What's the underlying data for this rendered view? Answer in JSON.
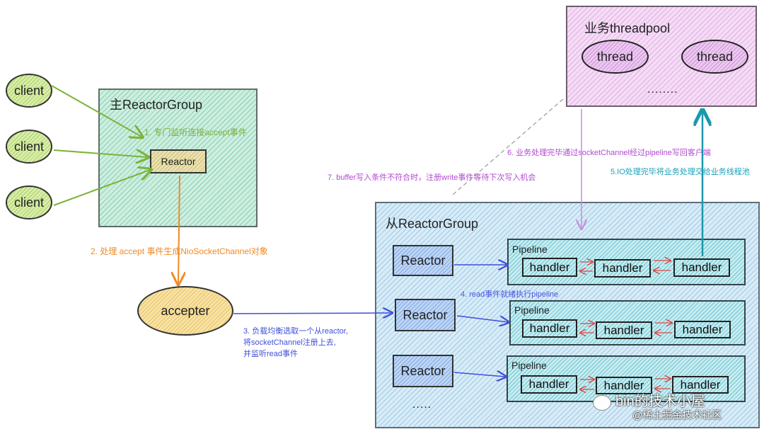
{
  "clients": [
    "client",
    "client",
    "client"
  ],
  "main_group": {
    "title": "主ReactorGroup",
    "reactor": "Reactor",
    "step1": "1. 专门监听连接accept事件"
  },
  "step2": "2. 处理 accept 事件生成NioSocketChannel对象",
  "accepter": "accepter",
  "step3": [
    "3.  负载均衡选取一个从reactor,",
    "将socketChannel注册上去,",
    "并监听read事件"
  ],
  "sub_group": {
    "title": "从ReactorGroup",
    "rows": [
      {
        "reactor": "Reactor",
        "pipeline": "Pipeline",
        "handlers": [
          "handler",
          "handler",
          "handler"
        ]
      },
      {
        "reactor": "Reactor",
        "pipeline": "Pipeline",
        "handlers": [
          "handler",
          "handler",
          "handler"
        ]
      },
      {
        "reactor": "Reactor",
        "pipeline": "Pipeline",
        "handlers": [
          "handler",
          "handler",
          "handler"
        ]
      }
    ],
    "dots": "....."
  },
  "step4": "4. read事件就绪执行pipeline",
  "threadpool": {
    "title": "业务threadpool",
    "threads": [
      "thread",
      "thread"
    ],
    "dots": "........"
  },
  "step5": "5.IO处理完毕将业务处理交给业务线程池",
  "step6": "6. 业务处理完毕通过socketChannel经过pipeline写回客户端",
  "step7": "7. buffer写入条件不符合时，注册write事件等待下次写入机会",
  "watermark": {
    "line1": "bin的技术小屋",
    "line2": "@稀土掘金技术社区"
  },
  "colors": {
    "green": "#7bb33a",
    "orange": "#f08a24",
    "blue": "#3f4fd9",
    "purple": "#b14ad0",
    "teal": "#1aa0b8",
    "pipe_arrow": "#d94a4a"
  }
}
